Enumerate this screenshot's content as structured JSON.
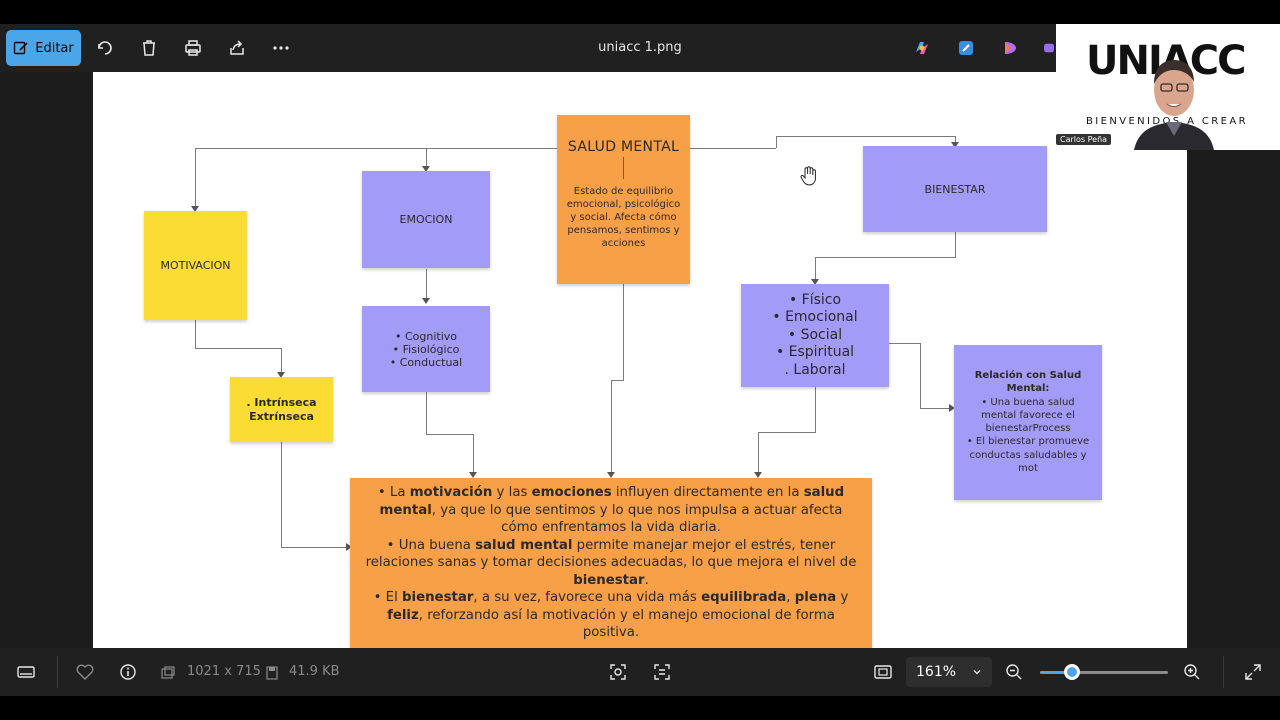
{
  "toolbar": {
    "edit_label": "Editar",
    "filename": "uniacc 1.png",
    "icons": [
      "edit-icon",
      "rotate-icon",
      "trash-icon",
      "print-icon",
      "share-icon",
      "more-icon",
      "copilot-icon",
      "paint-icon",
      "clipchamp-icon",
      "designer-icon"
    ]
  },
  "diagram": {
    "salud_title": "SALUD MENTAL",
    "salud_desc": "Estado de equilibrio emocional, psicológico y social. Afecta cómo pensamos, sentimos y acciones",
    "motivacion": "MOTIVACION",
    "emocion": "EMOCION",
    "bienestar": "BIENESTAR",
    "intrinseca_l1": ". Intrínseca",
    "intrinseca_l2": "Extrínseca",
    "emocion_items": [
      "• Cognitivo",
      "• Fisiológico",
      "• Conductual"
    ],
    "bienestar_items": [
      "• Físico",
      "• Emocional",
      "• Social",
      "• Espiritual",
      ". Laboral"
    ],
    "relacion_title": "Relación con Salud Mental:",
    "relacion_l1": "• Una buena salud mental favorece el bienestarProcess",
    "relacion_l2": "• El bienestar promueve conductas saludables y mot",
    "summary": {
      "p1": [
        "• La ",
        "motivación",
        " y las ",
        "emociones",
        " influyen directamente en la ",
        "salud mental",
        ", ya que lo que sentimos y lo que nos impulsa a actuar afecta cómo enfrentamos la vida diaria."
      ],
      "p2": [
        "• Una buena ",
        "salud mental",
        " permite manejar mejor el estrés, tener relaciones sanas y tomar decisiones adecuadas, lo que mejora el nivel de ",
        "bienestar",
        "."
      ],
      "p3": [
        "• El ",
        "bienestar",
        ", a su vez, favorece una vida más ",
        "equilibrada",
        ", ",
        "plena",
        " y ",
        "feliz",
        ", reforzando así la motivación y el manejo emocional de forma positiva."
      ]
    }
  },
  "bottombar": {
    "dimensions": "1021 x 715",
    "filesize": "41.9 KB",
    "zoom": "161%",
    "zoom_fraction": 0.25
  },
  "webcam": {
    "logo_text": "UNIACC",
    "banner_text": "BIENVENIDOS A CREAR",
    "participant": "Carlos Peña"
  },
  "colors": {
    "accent": "#4aa6e8",
    "purple_box": "#a39bf8",
    "orange_box": "#f8a048",
    "yellow_box": "#fbdc34"
  }
}
